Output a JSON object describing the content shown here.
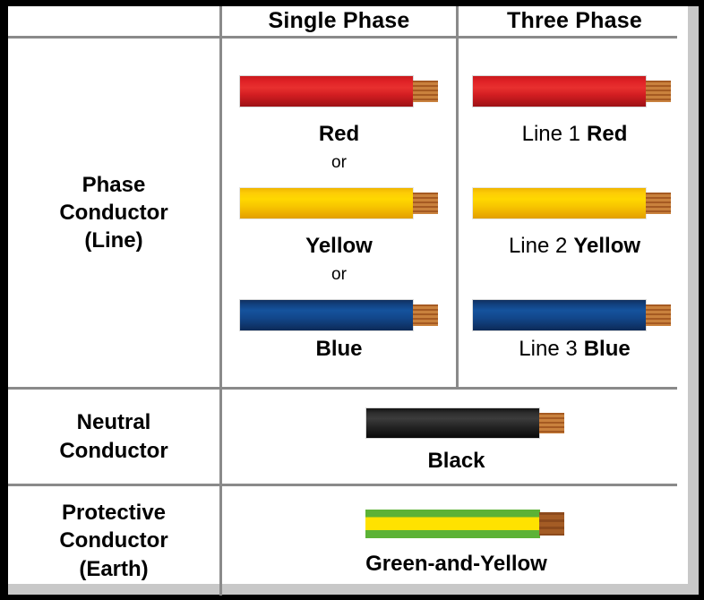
{
  "table": {
    "column_headers": [
      {
        "key": "row_label",
        "label": ""
      },
      {
        "key": "single_phase",
        "label": "Single Phase"
      },
      {
        "key": "three_phase",
        "label": "Three Phase"
      }
    ],
    "rows": [
      {
        "id": "phase-conductor",
        "label_lines": [
          "Phase",
          "Conductor",
          "(Line)"
        ],
        "single_phase": {
          "items": [
            {
              "wire_color_name": "Red",
              "label": "Red",
              "swatch_hex": "#e02226"
            },
            {
              "separator": "or"
            },
            {
              "wire_color_name": "Yellow",
              "label": "Yellow",
              "swatch_hex": "#ffd800"
            },
            {
              "separator": "or"
            },
            {
              "wire_color_name": "Blue",
              "label": "Blue",
              "swatch_hex": "#15539d"
            }
          ]
        },
        "three_phase": {
          "items": [
            {
              "wire_color_name": "Red",
              "prefix": "Line 1",
              "label": "Red",
              "swatch_hex": "#e02226"
            },
            {
              "wire_color_name": "Yellow",
              "prefix": "Line 2",
              "label": "Yellow",
              "swatch_hex": "#ffd800"
            },
            {
              "wire_color_name": "Blue",
              "prefix": "Line 3",
              "label": "Blue",
              "swatch_hex": "#15539d"
            }
          ]
        }
      },
      {
        "id": "neutral-conductor",
        "label_lines": [
          "Neutral",
          "Conductor"
        ],
        "spanned": {
          "wire_color_name": "Black",
          "label": "Black",
          "swatch_hex": "#2e2e2e"
        }
      },
      {
        "id": "protective-conductor",
        "label_lines": [
          "Protective",
          "Conductor",
          "(Earth)"
        ],
        "spanned": {
          "wire_color_name": "Green-and-Yellow",
          "label": "Green-and-Yellow",
          "swatch_hex": "#5cb236",
          "swatch_hex_secondary": "#ffe200"
        }
      }
    ]
  },
  "style": {
    "frame_color": "#000000",
    "bevel_color": "#c8c8c8",
    "rule_color": "#8a8a8a",
    "copper_color": "#b8692c",
    "background": "#ffffff"
  }
}
